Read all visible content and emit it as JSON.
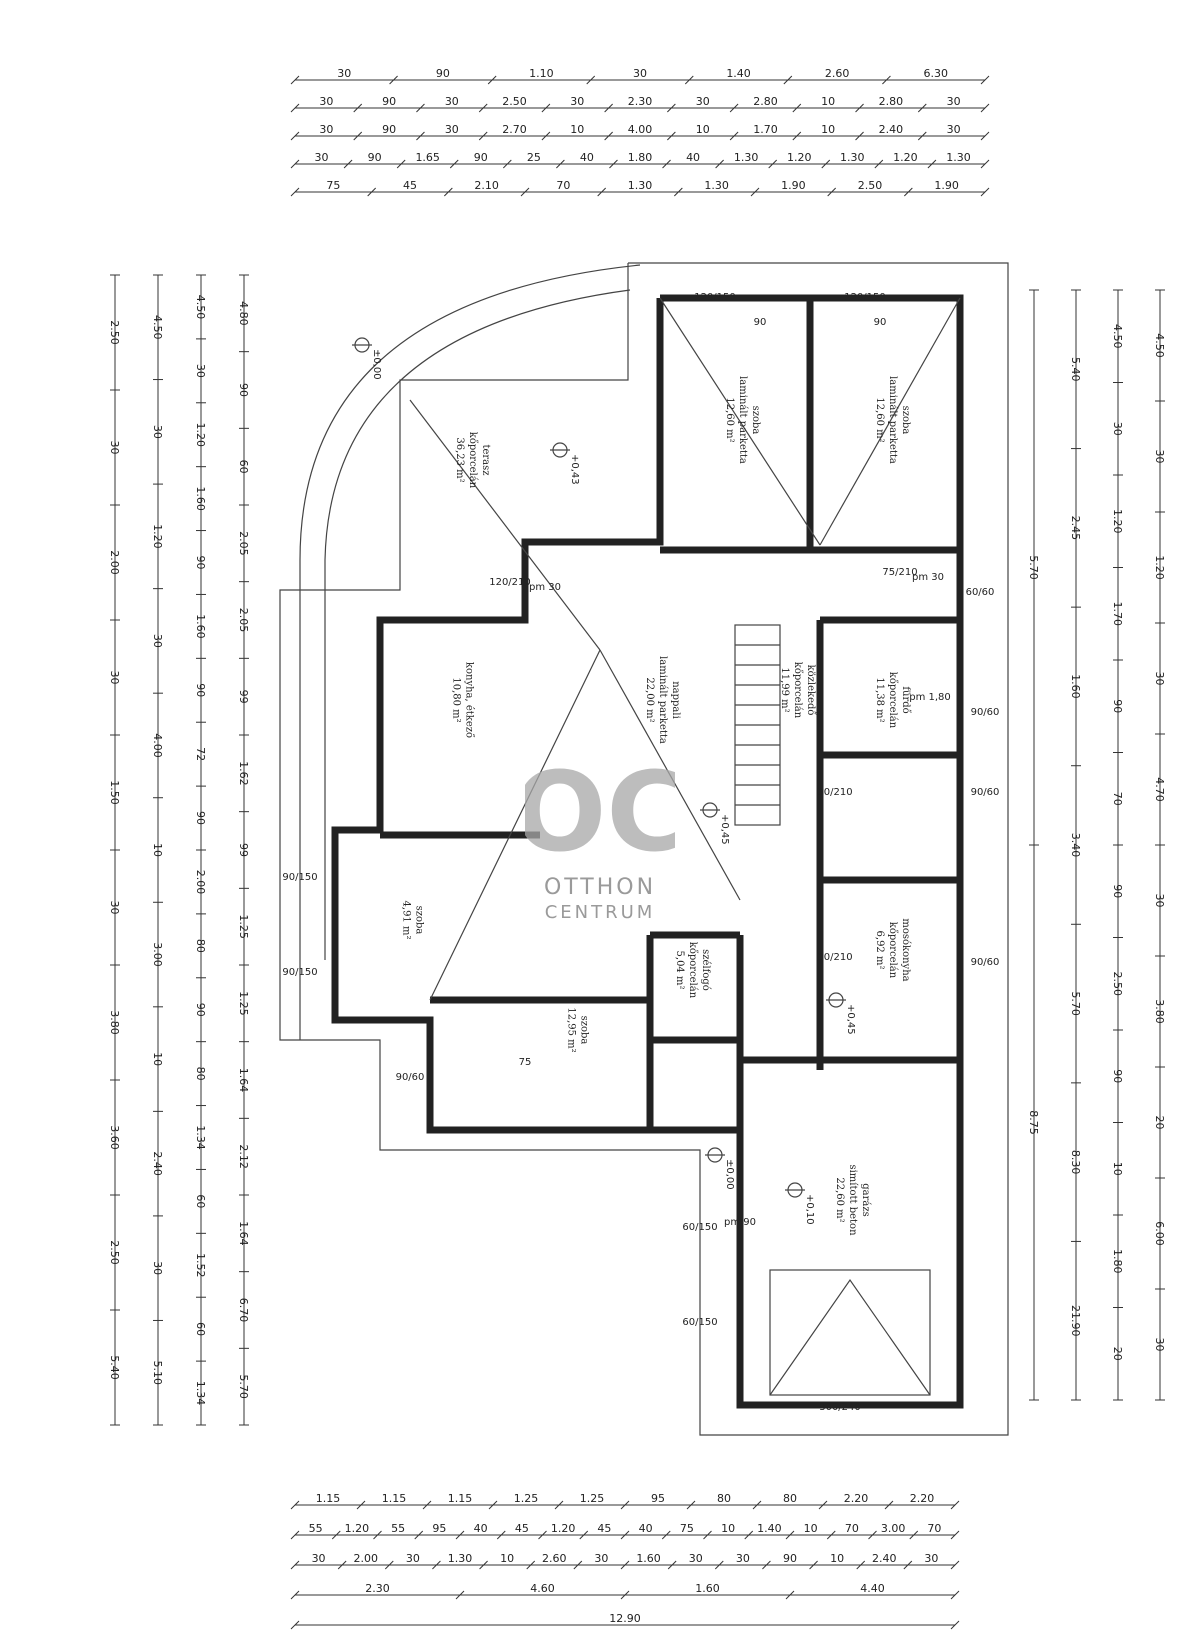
{
  "plan": {
    "top_dimensions": [
      [
        "30",
        "90",
        "1.10",
        "30",
        "1.40",
        "2.60",
        "6.30"
      ],
      [
        "30",
        "90",
        "30",
        "2.50",
        "30",
        "2.30",
        "30",
        "2.80",
        "10",
        "2.80",
        "30"
      ],
      [
        "30",
        "90",
        "30",
        "2.70",
        "10",
        "4.00",
        "10",
        "1.70",
        "10",
        "2.40",
        "30"
      ],
      [
        "30",
        "90",
        "1.65",
        "90",
        "25",
        "40",
        "1.80",
        "40",
        "1.30",
        "1.20",
        "1.30",
        "1.20",
        "1.30"
      ],
      [
        "75",
        "45",
        "2.10",
        "70",
        "1.30",
        "1.30",
        "1.90",
        "2.50",
        "1.90"
      ]
    ],
    "bottom_dimensions": [
      [
        "1.15",
        "1.15",
        "1.15",
        "1.25",
        "1.25",
        "95",
        "80",
        "80",
        "2.20",
        "2.20"
      ],
      [
        "55",
        "1.20",
        "55",
        "95",
        "40",
        "45",
        "1.20",
        "45",
        "40",
        "75",
        "10",
        "1.40",
        "10",
        "70",
        "3.00",
        "70"
      ],
      [
        "30",
        "2.00",
        "30",
        "1.30",
        "10",
        "2.60",
        "30",
        "1.60",
        "30",
        "30",
        "90",
        "10",
        "2.40",
        "30"
      ],
      [
        "2.30",
        "4.60",
        "1.60",
        "4.40"
      ],
      [
        "12.90"
      ]
    ],
    "left_dimensions": [
      [
        "2.50",
        "30",
        "2.00",
        "30",
        "1.50",
        "30",
        "3.80",
        "3.60",
        "2.50",
        "5.40"
      ],
      [
        "4.50",
        "30",
        "1.20",
        "30",
        "4.00",
        "10",
        "3.00",
        "10",
        "2.40",
        "30",
        "5.10"
      ],
      [
        "4.50",
        "30",
        "1.20",
        "1.60",
        "90",
        "1.60",
        "90",
        "72",
        "90",
        "2.00",
        "80",
        "90",
        "80",
        "1.34",
        "60",
        "1.52",
        "60",
        "1.34"
      ],
      [
        "4.80",
        "90",
        "60",
        "2.05",
        "2.05",
        "99",
        "1.62",
        "99",
        "1.25",
        "1.25",
        "1.64",
        "2.12",
        "1.64",
        "6.70",
        "5.70"
      ]
    ],
    "right_dimensions": [
      [
        "4.50",
        "30",
        "1.20",
        "30",
        "4.70",
        "30",
        "3.80",
        "20",
        "6.00",
        "30"
      ],
      [
        "4.50",
        "30",
        "1.20",
        "1.70",
        "90",
        "70",
        "90",
        "2.50",
        "90",
        "10",
        "1.80",
        "20"
      ],
      [
        "5.40",
        "2.45",
        "1.60",
        "3.40",
        "5.70",
        "8.30",
        "21.90"
      ],
      [
        "5.70",
        "8.75"
      ]
    ],
    "rooms": [
      {
        "name": "szoba",
        "floor": "laminált parketta",
        "area": "12,60 m²"
      },
      {
        "name": "szoba",
        "floor": "laminált parketta",
        "area": "12,60 m²"
      },
      {
        "name": "terasz",
        "floor": "kőporcelán",
        "area": "36,23 m²"
      },
      {
        "name": "konyha, étkező",
        "floor": "",
        "area": "10,80 m²"
      },
      {
        "name": "nappali",
        "floor": "laminált parketta",
        "area": "22,00 m²"
      },
      {
        "name": "közlekedő",
        "floor": "kőporcelán",
        "area": "11,99 m²"
      },
      {
        "name": "fürdő",
        "floor": "kőporcelán",
        "area": "11,38 m²"
      },
      {
        "name": "szoba",
        "floor": "",
        "area": "4,91 m²"
      },
      {
        "name": "szoba",
        "floor": "",
        "area": "12,95 m²"
      },
      {
        "name": "szélfogó",
        "floor": "kőporcelán",
        "area": "5,04 m²"
      },
      {
        "name": "mosókonyha",
        "floor": "kőporcelán",
        "area": "6,92 m²"
      },
      {
        "name": "garázs",
        "floor": "simított beton",
        "area": "22,60 m²"
      }
    ],
    "levels": [
      "±0,00",
      "+0,43",
      "+0,45",
      "+0,45",
      "+0,10",
      "±0,00"
    ],
    "openings": [
      "120/150",
      "90",
      "120/150",
      "90",
      "120/210",
      "pm 30",
      "75/210",
      "pm 30",
      "60/60",
      "90/60",
      "pm 1,80",
      "90/60",
      "90/210",
      "90/60",
      "90/210",
      "90/150",
      "90/150",
      "90/60",
      "75",
      "60/150",
      "60/150",
      "300/240",
      "pm 90"
    ]
  },
  "logo": {
    "monogram": "OC",
    "line1": "OTTHON",
    "line2": "CENTRUM"
  }
}
